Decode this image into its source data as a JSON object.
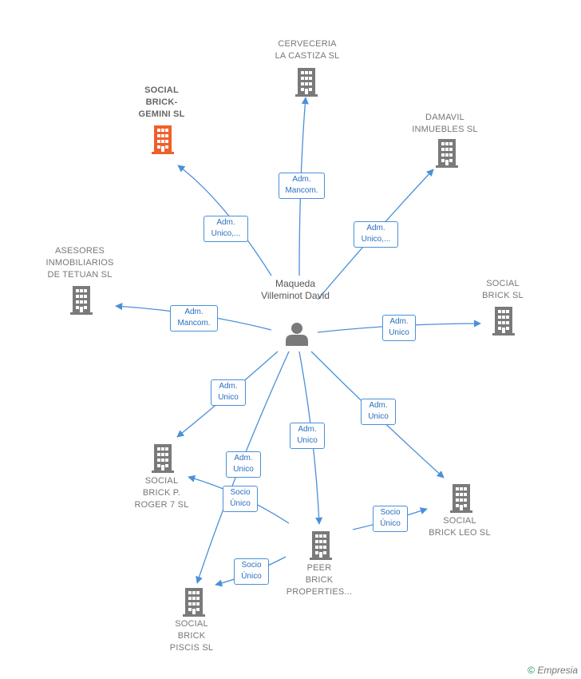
{
  "colors": {
    "edge": "#4a90d9",
    "building": "#7a7a7a",
    "building_highlight": "#f0602a",
    "person": "#7a7a7a"
  },
  "person": {
    "label_lines": [
      "Maqueda",
      "Villeminot",
      "David"
    ],
    "icon": "person-icon"
  },
  "companies": [
    {
      "id": "cerveceria",
      "lines": [
        "CERVECERIA",
        "LA CASTIZA SL"
      ],
      "icon": "building-icon",
      "highlight": false
    },
    {
      "id": "social-brick-gemini",
      "lines": [
        "SOCIAL",
        "BRICK-",
        "GEMINI  SL"
      ],
      "icon": "building-icon",
      "highlight": true
    },
    {
      "id": "damavil",
      "lines": [
        "DAMAVIL",
        "INMUEBLES SL"
      ],
      "icon": "building-icon",
      "highlight": false
    },
    {
      "id": "asesores",
      "lines": [
        "ASESORES",
        "INMOBILIARIOS",
        "DE TETUAN  SL"
      ],
      "icon": "building-icon",
      "highlight": false
    },
    {
      "id": "social-brick",
      "lines": [
        "SOCIAL",
        "BRICK  SL"
      ],
      "icon": "building-icon",
      "highlight": false
    },
    {
      "id": "social-brick-p-roger",
      "lines": [
        "SOCIAL",
        "BRICK P.",
        "ROGER 7  SL"
      ],
      "icon": "building-icon",
      "highlight": false
    },
    {
      "id": "social-brick-leo",
      "lines": [
        "SOCIAL",
        "BRICK LEO  SL"
      ],
      "icon": "building-icon",
      "highlight": false
    },
    {
      "id": "peer-brick",
      "lines": [
        "PEER",
        "BRICK",
        "PROPERTIES..."
      ],
      "icon": "building-icon",
      "highlight": false
    },
    {
      "id": "social-brick-piscis",
      "lines": [
        "SOCIAL",
        "BRICK",
        "PISCIS  SL"
      ],
      "icon": "building-icon",
      "highlight": false
    }
  ],
  "edges": [
    {
      "id": "to-cerveceria",
      "lines": [
        "Adm.",
        "Mancom."
      ]
    },
    {
      "id": "to-gemini",
      "lines": [
        "Adm.",
        "Unico,..."
      ]
    },
    {
      "id": "to-damavil",
      "lines": [
        "Adm.",
        "Unico,..."
      ]
    },
    {
      "id": "to-asesores",
      "lines": [
        "Adm.",
        "Mancom."
      ]
    },
    {
      "id": "to-social-brick",
      "lines": [
        "Adm.",
        "Unico"
      ]
    },
    {
      "id": "to-p-roger",
      "lines": [
        "Adm.",
        "Unico"
      ]
    },
    {
      "id": "to-leo",
      "lines": [
        "Adm.",
        "Unico"
      ]
    },
    {
      "id": "to-piscis",
      "lines": [
        "Adm.",
        "Unico"
      ]
    },
    {
      "id": "to-peer",
      "lines": [
        "Adm.",
        "Unico"
      ]
    },
    {
      "id": "peer-to-p-roger",
      "lines": [
        "Socio",
        "Único"
      ]
    },
    {
      "id": "peer-to-leo",
      "lines": [
        "Socio",
        "Único"
      ]
    },
    {
      "id": "peer-to-piscis",
      "lines": [
        "Socio",
        "Único"
      ]
    }
  ],
  "watermark": {
    "symbol": "©",
    "brand": "Empresia"
  }
}
